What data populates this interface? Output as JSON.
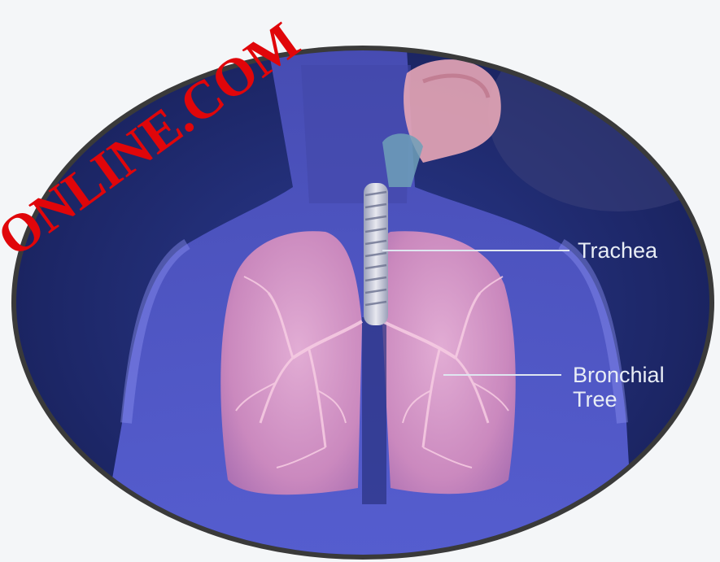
{
  "image": {
    "subject": "human respiratory system",
    "frame_color": "#3a3a3a",
    "background_color": "#1e2a6e",
    "lung_color": "#e5a2c6",
    "body_color": "#5a5fd0"
  },
  "annotations": [
    {
      "id": "trachea",
      "text": "Trachea"
    },
    {
      "id": "bronchial-tree-line1",
      "text": "Bronchial"
    },
    {
      "id": "bronchial-tree-line2",
      "text": "Tree"
    }
  ],
  "watermark": {
    "text": "ONLINE.COM",
    "color": "#e0060a"
  }
}
